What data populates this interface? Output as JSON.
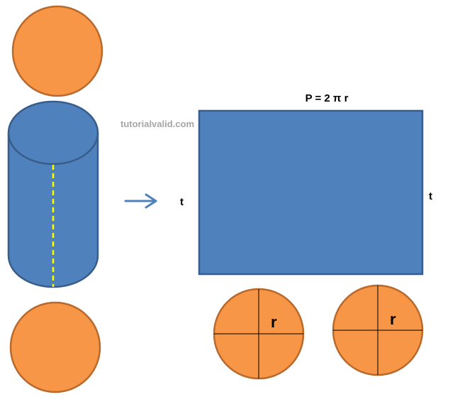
{
  "labels": {
    "perimeter": "P = 2 π r",
    "height_left": "t",
    "height_right": "t",
    "radius_left": "r",
    "radius_right": "r"
  },
  "watermark": "tutorialvalid.com",
  "colors": {
    "orange_fill": "#f79646",
    "orange_stroke": "#b9692b",
    "blue_fill": "#4f81bd",
    "blue_stroke": "#385d8a",
    "seam_dash": "#ffff00",
    "arrow": "#4f81bd"
  }
}
